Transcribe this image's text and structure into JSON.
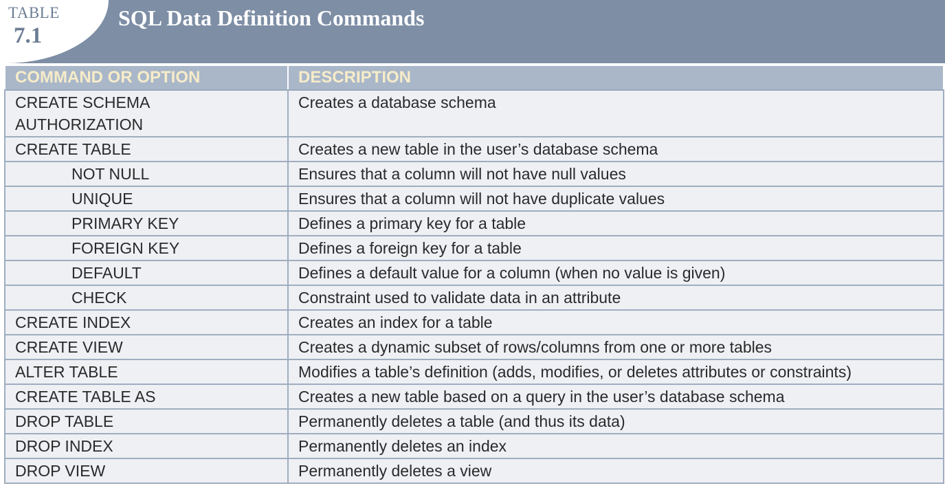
{
  "header": {
    "table_label": "TABLE",
    "table_number": "7.1",
    "title": "SQL Data Definition Commands"
  },
  "columns": [
    "COMMAND OR OPTION",
    "DESCRIPTION"
  ],
  "rows": [
    {
      "command": "CREATE SCHEMA\nAUTHORIZATION",
      "description": "Creates a database schema",
      "indent": false
    },
    {
      "command": "CREATE TABLE",
      "description": "Creates a new table in the user’s database schema",
      "indent": false
    },
    {
      "command": "NOT NULL",
      "description": "Ensures that a column will not have null values",
      "indent": true
    },
    {
      "command": "UNIQUE",
      "description": "Ensures that a column will not have duplicate values",
      "indent": true
    },
    {
      "command": "PRIMARY KEY",
      "description": "Defines a primary key for a table",
      "indent": true
    },
    {
      "command": "FOREIGN KEY",
      "description": "Defines a foreign key for a table",
      "indent": true
    },
    {
      "command": "DEFAULT",
      "description": "Defines a default value for a column (when no value is given)",
      "indent": true
    },
    {
      "command": "CHECK",
      "description": "Constraint used to validate data in an attribute",
      "indent": true
    },
    {
      "command": "CREATE INDEX",
      "description": "Creates an index for a table",
      "indent": false
    },
    {
      "command": "CREATE VIEW",
      "description": "Creates a dynamic subset of rows/columns from one or more tables",
      "indent": false
    },
    {
      "command": "ALTER TABLE",
      "description": "Modifies a table’s definition (adds, modifies, or deletes attributes or constraints)",
      "indent": false
    },
    {
      "command": "CREATE TABLE AS",
      "description": "Creates a new table based on a query in the user’s database schema",
      "indent": false
    },
    {
      "command": "DROP TABLE",
      "description": "Permanently deletes a table (and thus its data)",
      "indent": false
    },
    {
      "command": "DROP INDEX",
      "description": "Permanently deletes an index",
      "indent": false
    },
    {
      "command": "DROP VIEW",
      "description": "Permanently deletes a view",
      "indent": false
    }
  ]
}
